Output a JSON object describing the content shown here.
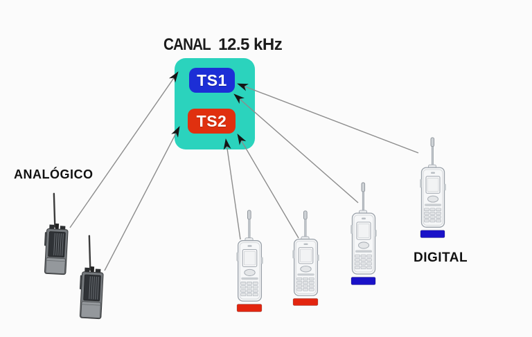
{
  "title": {
    "word": "CANAL",
    "bandwidth": "12.5 kHz"
  },
  "channel_box": {
    "color": "#2bd3bd",
    "slots": [
      {
        "id": "TS1",
        "label": "TS1",
        "color": "#1c2ed6",
        "text_color": "#ffffff"
      },
      {
        "id": "TS2",
        "label": "TS2",
        "color": "#e0300f",
        "text_color": "#ffffff"
      }
    ]
  },
  "group_labels": {
    "analog": "ANALÓGICO",
    "digital": "DIGITAL"
  },
  "radios": [
    {
      "name": "analog-radio-1",
      "kind": "analog",
      "bar_color": null
    },
    {
      "name": "analog-radio-2",
      "kind": "analog",
      "bar_color": null
    },
    {
      "name": "digital-radio-1",
      "kind": "digital",
      "bar_color": "#e3250f"
    },
    {
      "name": "digital-radio-2",
      "kind": "digital",
      "bar_color": "#e3250f"
    },
    {
      "name": "digital-radio-3",
      "kind": "digital",
      "bar_color": "#1a12c8"
    },
    {
      "name": "digital-radio-4",
      "kind": "digital",
      "bar_color": "#1a12c8"
    }
  ],
  "arrows": [
    {
      "from": "analog-radio-1",
      "to": "TS1"
    },
    {
      "from": "analog-radio-2",
      "to": "TS2"
    },
    {
      "from": "digital-radio-1",
      "to": "TS2"
    },
    {
      "from": "digital-radio-2",
      "to": "TS2"
    },
    {
      "from": "digital-radio-3",
      "to": "TS1"
    },
    {
      "from": "digital-radio-4",
      "to": "TS1"
    }
  ],
  "colors": {
    "line": "#8c8c8c",
    "arrowhead": "#151515",
    "background": "#fbfbfb",
    "text": "#1b1b1b"
  }
}
